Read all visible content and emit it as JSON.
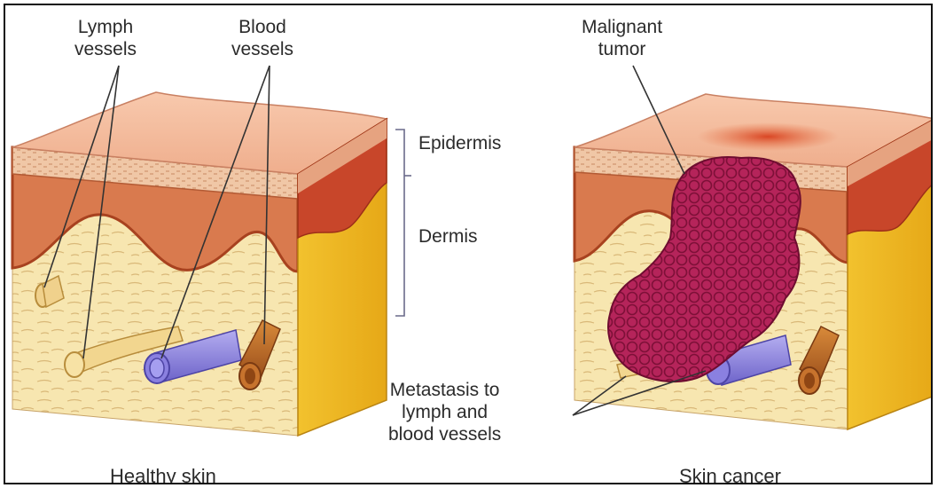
{
  "labels": {
    "lymph_vessels": [
      "Lymph",
      "vessels"
    ],
    "blood_vessels": [
      "Blood",
      "vessels"
    ],
    "malignant_tumor": [
      "Malignant",
      "tumor"
    ],
    "epidermis": "Epidermis",
    "dermis": "Dermis",
    "metastasis": [
      "Metastasis to",
      "lymph and",
      "blood vessels"
    ],
    "healthy_caption": "Healthy skin",
    "cancer_caption": "Skin cancer"
  },
  "colors": {
    "epidermis_top": "#f2b79a",
    "epidermis_side": "#d9724a",
    "dermis_border": "#b8421f",
    "hypodermis": "#f7e3a8",
    "hypodermis_side": "#e8b524",
    "blood_vessel": "#8f86e0",
    "lymph_vessel": "#e6c779",
    "tumor": "#b5245a",
    "leader_line": "#333333"
  }
}
